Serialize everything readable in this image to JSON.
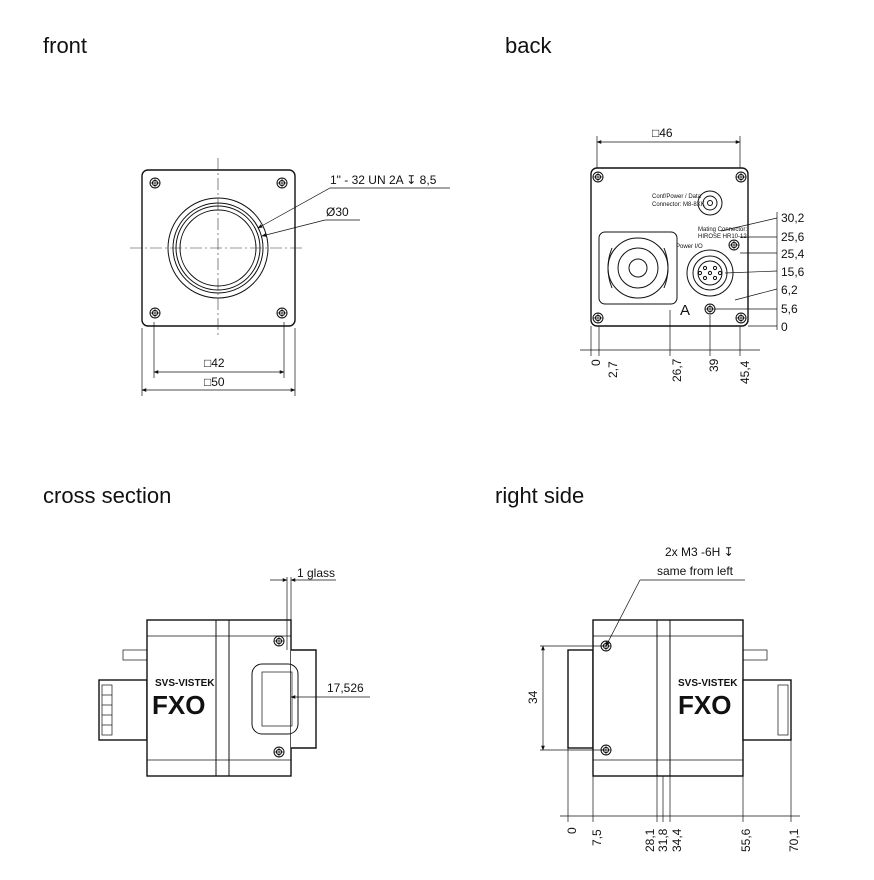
{
  "views": {
    "front": "front",
    "back": "back",
    "cross_section": "cross section",
    "right_side": "right side"
  },
  "front": {
    "thread_label": "1\" - 32 UN 2A ↧ 8,5",
    "diameter_label": "Ø30",
    "width_inner": "□42",
    "width_outer": "□50"
  },
  "back": {
    "width": "□46",
    "connector_label_1": "Conf/Power / Data",
    "connector_label_2": "Connector: M8-8XK",
    "mating_label_1": "Mating Connector:",
    "mating_label_2": "HIROSE HR10-12",
    "power_label": "Power I/O",
    "marker_a": "A",
    "right_dims": [
      "30,2",
      "25,6",
      "25,4",
      "15,6",
      "6,2",
      "5,6",
      "0"
    ],
    "bottom_dims": [
      "0",
      "2,7",
      "26,7",
      "39",
      "45,4"
    ]
  },
  "cross_section": {
    "glass_label": "1 glass",
    "flange_label": "17,526",
    "brand_top": "SVS-VISTEK",
    "brand_main": "FXO"
  },
  "right_side": {
    "thread_label": "2x M3 -6H ↧",
    "thread_note": "same from left",
    "height_dim": "34",
    "bottom_dims": [
      "0",
      "7,5",
      "28,1",
      "31,8",
      "34,4",
      "55,6",
      "70,1"
    ],
    "brand_top": "SVS-VISTEK",
    "brand_main": "FXO"
  }
}
